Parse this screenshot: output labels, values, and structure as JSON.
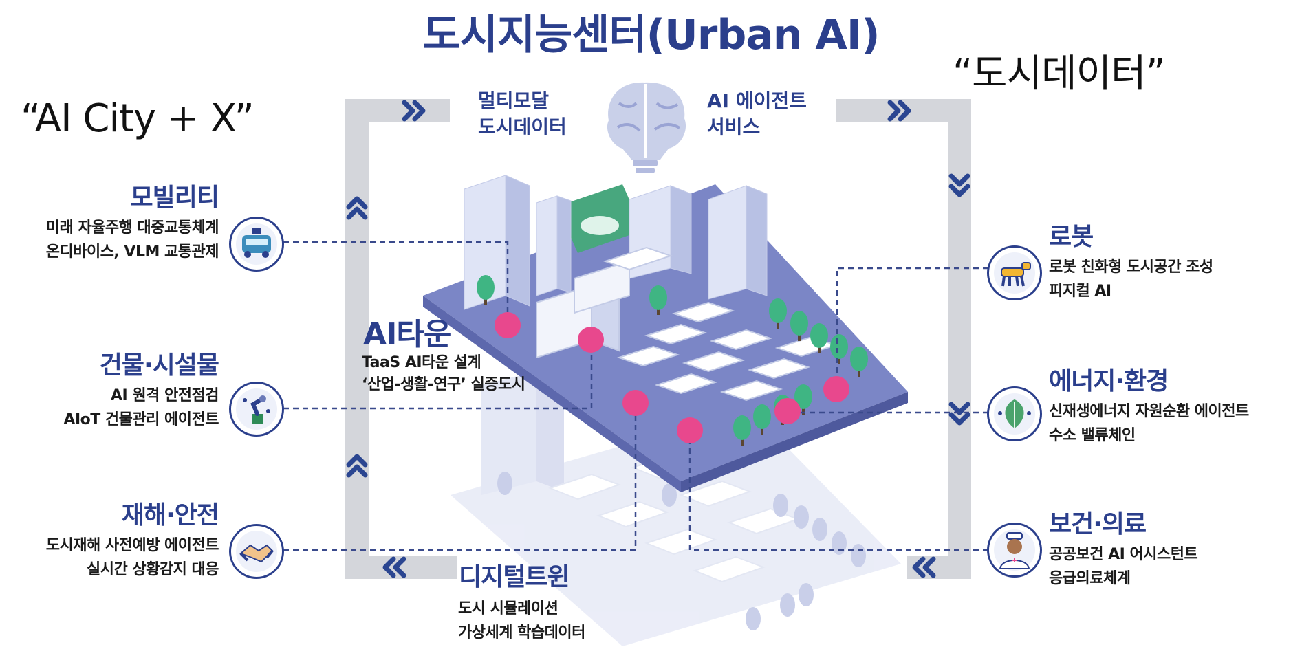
{
  "title": "도시지능센터(Urban AI)",
  "slogans": {
    "left": "“AI City + X”",
    "right": "“도시데이터”"
  },
  "top_flow": {
    "left_label": [
      "멀티모달",
      "도시데이터"
    ],
    "right_label": [
      "AI 에이전트",
      "서비스"
    ]
  },
  "center": {
    "ai_town_title": "AI타운",
    "ai_town_desc": [
      "TaaS AI타운 설계",
      "‘산업-생활-연구’ 실증도시"
    ]
  },
  "bottom": {
    "twin_title": "디지털트윈",
    "twin_desc": [
      "도시 시뮬레이션",
      "가상세계 학습데이터"
    ]
  },
  "left_categories": [
    {
      "title": "모빌리티",
      "desc": [
        "미래 자율주행 대중교통체계",
        "온디바이스, VLM 교통관제"
      ],
      "icon": "autonomous-bus-icon"
    },
    {
      "title": "건물·시설물",
      "desc": [
        "AI 원격 안전점검",
        "AIoT 건물관리 에이전트"
      ],
      "icon": "robot-arm-icon"
    },
    {
      "title": "재해·안전",
      "desc": [
        "도시재해 사전예방 에이전트",
        "실시간 상황감지 대응"
      ],
      "icon": "handshake-icon"
    }
  ],
  "right_categories": [
    {
      "title": "로봇",
      "desc": [
        "로봇 친화형 도시공간 조성",
        "피지컬 AI"
      ],
      "icon": "robot-dog-icon"
    },
    {
      "title": "에너지·환경",
      "desc": [
        "신재생에너지 자원순환 에이전트",
        "수소 밸류체인"
      ],
      "icon": "leaf-icon"
    },
    {
      "title": "보건·의료",
      "desc": [
        "공공보건 AI 어시스턴트",
        "응급의료체계"
      ],
      "icon": "doctor-icon"
    }
  ],
  "colors": {
    "title_blue": "#2b3f8c",
    "arrow_gray": "#d4d6db",
    "platform_blue": "#7b86c6",
    "pin_pink": "#e8488d",
    "tree_green": "#49b58a"
  }
}
